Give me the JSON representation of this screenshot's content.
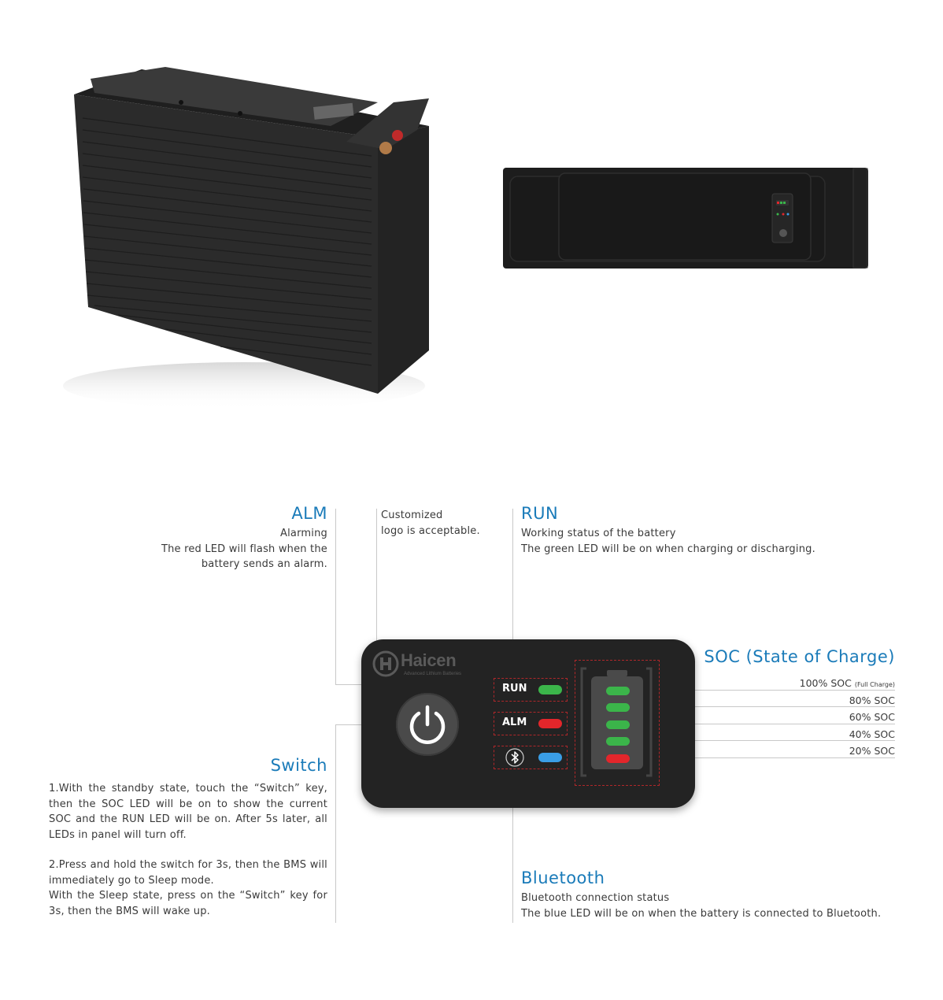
{
  "alm": {
    "title": "ALM",
    "subtitle": "Alarming",
    "line1": "The red LED will flash when the",
    "line2": "battery sends an alarm."
  },
  "logo_note": {
    "line1": "Customized",
    "line2": "logo is acceptable."
  },
  "run": {
    "title": "RUN",
    "subtitle": "Working status of the battery",
    "line1": "The green LED will be on when charging or discharging."
  },
  "soc": {
    "title": "SOC (State of Charge)",
    "items": [
      {
        "label": "100% SOC",
        "note": "(Full Charge)"
      },
      {
        "label": "80% SOC"
      },
      {
        "label": "60% SOC"
      },
      {
        "label": "40% SOC"
      },
      {
        "label": "20% SOC"
      }
    ]
  },
  "switch": {
    "title": "Switch",
    "p1": "1.With the standby state, touch the “Switch” key, then the SOC LED will be on to show the current SOC and the RUN LED will be on. After 5s later, all LEDs in panel will turn off.",
    "p2": "2.Press and hold the switch for 3s, then the BMS will immediately go to Sleep mode.",
    "p3": "With the Sleep state, press on the “Switch” key for 3s, then the BMS will wake up."
  },
  "bluetooth": {
    "title": "Bluetooth",
    "subtitle": "Bluetooth connection status",
    "line1": "The blue LED will be on when the battery is connected to Bluetooth."
  },
  "panel": {
    "brand": "Haicen",
    "brand_tagline": "Advanced Lithium Batteries",
    "run_label": "RUN",
    "alm_label": "ALM",
    "switch_icon": "power-icon",
    "bluetooth_icon": "bluetooth-icon"
  },
  "colors": {
    "heading": "#1a7bb9",
    "led_green": "#3bb54a",
    "led_red": "#e3262b",
    "led_blue": "#3a9ee6",
    "panel_bg": "#232323",
    "dashed_border": "#b0272a"
  }
}
